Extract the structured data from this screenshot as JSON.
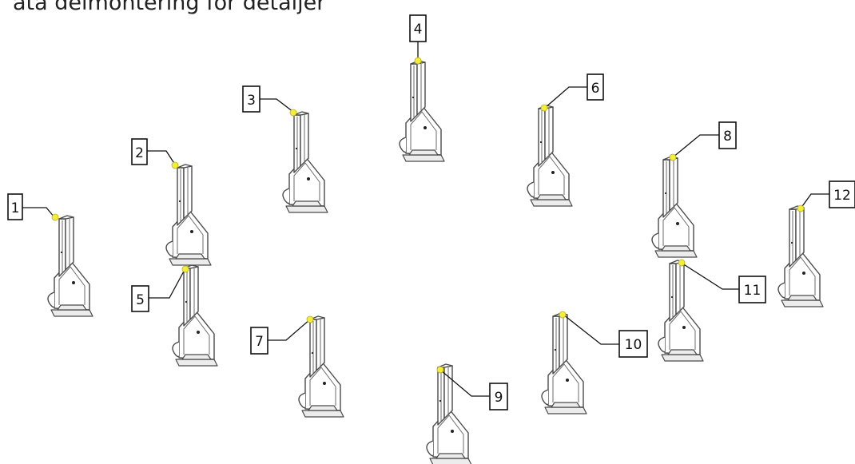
{
  "title": "ata delmontering for detaljer",
  "marker_color": "#f2ee3a",
  "parts": [
    {
      "label": "1"
    },
    {
      "label": "2"
    },
    {
      "label": "3"
    },
    {
      "label": "4"
    },
    {
      "label": "5"
    },
    {
      "label": "6"
    },
    {
      "label": "7"
    },
    {
      "label": "8"
    },
    {
      "label": "9"
    },
    {
      "label": "10"
    },
    {
      "label": "11"
    },
    {
      "label": "12"
    }
  ]
}
